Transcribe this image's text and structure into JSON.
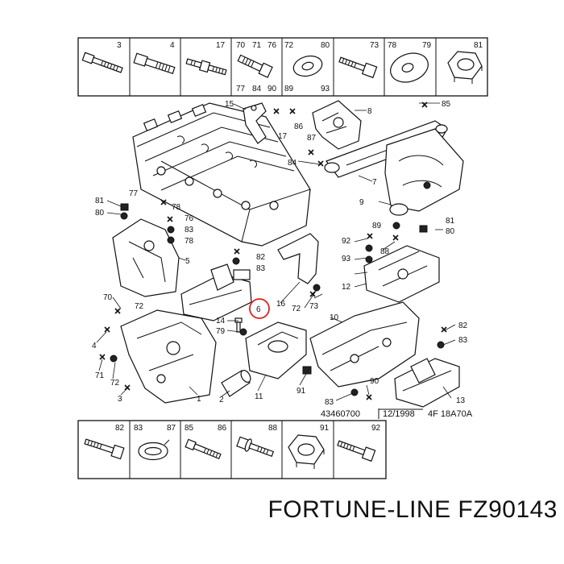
{
  "top_row_labels": [
    {
      "key": "t3",
      "text": "3"
    },
    {
      "key": "t4",
      "text": "4"
    },
    {
      "key": "t17",
      "text": "17"
    },
    {
      "key": "t70",
      "text": "70"
    },
    {
      "key": "t71",
      "text": "71"
    },
    {
      "key": "t76",
      "text": "76"
    },
    {
      "key": "t77",
      "text": "77"
    },
    {
      "key": "t84",
      "text": "84"
    },
    {
      "key": "t90",
      "text": "90"
    },
    {
      "key": "t72",
      "text": "72"
    },
    {
      "key": "t80",
      "text": "80"
    },
    {
      "key": "t89",
      "text": "89"
    },
    {
      "key": "t93",
      "text": "93"
    },
    {
      "key": "t73",
      "text": "73"
    },
    {
      "key": "t78",
      "text": "78"
    },
    {
      "key": "t79",
      "text": "79"
    },
    {
      "key": "t81",
      "text": "81"
    }
  ],
  "bottom_row_labels": [
    {
      "key": "b82",
      "text": "82"
    },
    {
      "key": "b83",
      "text": "83"
    },
    {
      "key": "b87",
      "text": "87"
    },
    {
      "key": "b85",
      "text": "85"
    },
    {
      "key": "b86",
      "text": "86"
    },
    {
      "key": "b88",
      "text": "88"
    },
    {
      "key": "b91",
      "text": "91"
    },
    {
      "key": "b92",
      "text": "92"
    }
  ],
  "callouts": [
    {
      "key": "c15",
      "text": "15"
    },
    {
      "key": "c17",
      "text": "17"
    },
    {
      "key": "c86",
      "text": "86"
    },
    {
      "key": "c87",
      "text": "87"
    },
    {
      "key": "c8",
      "text": "8"
    },
    {
      "key": "c85",
      "text": "85"
    },
    {
      "key": "c84",
      "text": "84"
    },
    {
      "key": "c7",
      "text": "7"
    },
    {
      "key": "c9",
      "text": "9"
    },
    {
      "key": "c77",
      "text": "77"
    },
    {
      "key": "c81a",
      "text": "81"
    },
    {
      "key": "c80a",
      "text": "80"
    },
    {
      "key": "c78a",
      "text": "78"
    },
    {
      "key": "c76",
      "text": "76"
    },
    {
      "key": "c83a",
      "text": "83"
    },
    {
      "key": "c78b",
      "text": "78"
    },
    {
      "key": "c5",
      "text": "5"
    },
    {
      "key": "c82a",
      "text": "82"
    },
    {
      "key": "c83b",
      "text": "83"
    },
    {
      "key": "c89",
      "text": "89"
    },
    {
      "key": "c81b",
      "text": "81"
    },
    {
      "key": "c80b",
      "text": "80"
    },
    {
      "key": "c92",
      "text": "92"
    },
    {
      "key": "c88",
      "text": "88"
    },
    {
      "key": "c93",
      "text": "93"
    },
    {
      "key": "c12",
      "text": "12"
    },
    {
      "key": "c70",
      "text": "70"
    },
    {
      "key": "c72a",
      "text": "72"
    },
    {
      "key": "c16",
      "text": "16"
    },
    {
      "key": "c72b",
      "text": "72"
    },
    {
      "key": "c73",
      "text": "73"
    },
    {
      "key": "c6",
      "text": "6"
    },
    {
      "key": "c14",
      "text": "14"
    },
    {
      "key": "c79",
      "text": "79"
    },
    {
      "key": "c10",
      "text": "10"
    },
    {
      "key": "c4",
      "text": "4"
    },
    {
      "key": "c82b",
      "text": "82"
    },
    {
      "key": "c83c",
      "text": "83"
    },
    {
      "key": "c71",
      "text": "71"
    },
    {
      "key": "c72c",
      "text": "72"
    },
    {
      "key": "c3",
      "text": "3"
    },
    {
      "key": "c1",
      "text": "1"
    },
    {
      "key": "c2",
      "text": "2"
    },
    {
      "key": "c11",
      "text": "11"
    },
    {
      "key": "c91",
      "text": "91"
    },
    {
      "key": "c90",
      "text": "90"
    },
    {
      "key": "c83d",
      "text": "83"
    },
    {
      "key": "c13",
      "text": "13"
    }
  ],
  "footer": {
    "ref": "43460700",
    "date": "12/1998",
    "code": "4F 18A70A"
  },
  "brand": {
    "text": "FORTUNE-LINE FZ90143"
  },
  "highlight_color": "#e02020"
}
